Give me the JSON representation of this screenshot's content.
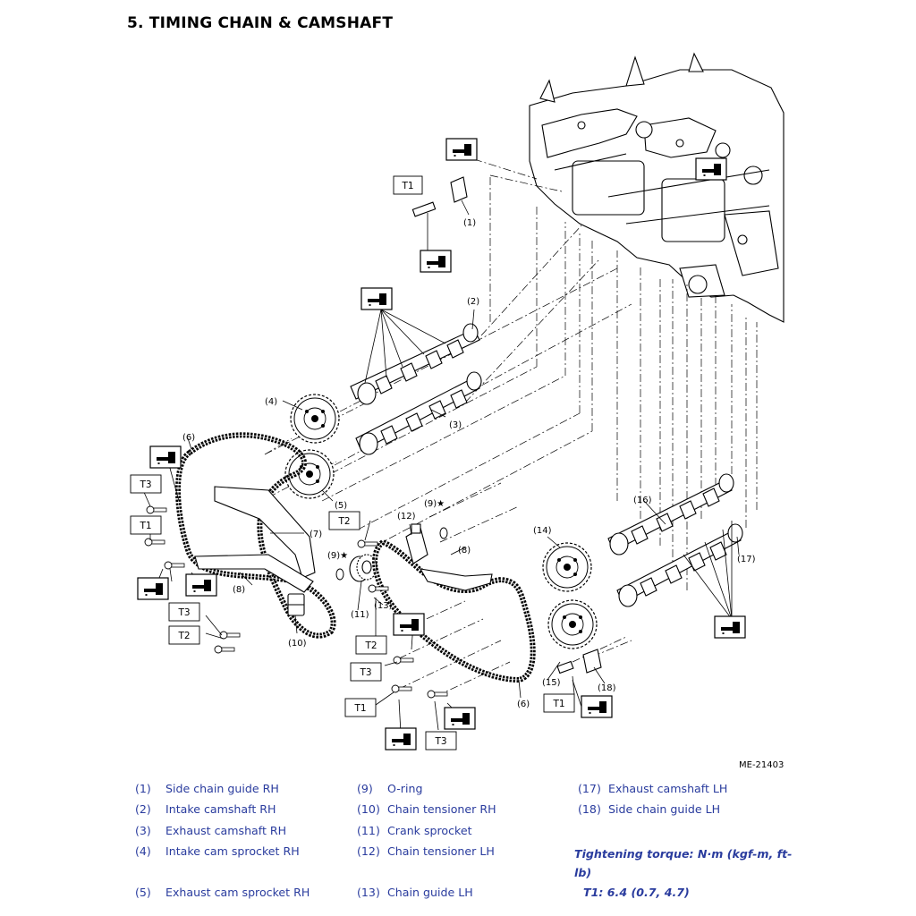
{
  "title": "5. TIMING CHAIN & CAMSHAFT",
  "figure_id": "ME-21403",
  "callouts": {
    "c1": "(1)",
    "c2": "(2)",
    "c3": "(3)",
    "c4": "(4)",
    "c5": "(5)",
    "c6a": "(6)",
    "c6b": "(6)",
    "c7": "(7)",
    "c8a": "(8)",
    "c8b": "(8)",
    "c9a": "(9)★",
    "c9b": "(9)★",
    "c10": "(10)",
    "c11": "(11)",
    "c12": "(12)",
    "c13": "(13)",
    "c14": "(14)",
    "c15": "(15)",
    "c16": "(16)",
    "c17": "(17)",
    "c18": "(18)"
  },
  "torque_labels": {
    "t1_top": "T1",
    "t3_left": "T3",
    "t1_left": "T1",
    "t2_mid": "T2",
    "t3_lower": "T3",
    "t2_lower": "T2",
    "t2_right": "T2",
    "t3_right": "T3",
    "t1_bottom": "T1",
    "t3_bottom": "T3",
    "t1_lh": "T1"
  },
  "icons": {
    "oil_icon": "oil-apply-icon"
  },
  "legend": {
    "col1": [
      {
        "num": "(1)",
        "name": "Side chain guide RH"
      },
      {
        "num": "(2)",
        "name": "Intake camshaft RH"
      },
      {
        "num": "(3)",
        "name": "Exhaust camshaft RH"
      },
      {
        "num": "(4)",
        "name": "Intake cam sprocket RH"
      },
      {
        "num": "(5)",
        "name": "Exhaust cam sprocket RH"
      }
    ],
    "col2": [
      {
        "num": "(9)",
        "name": "O-ring"
      },
      {
        "num": "(10)",
        "name": "Chain tensioner RH"
      },
      {
        "num": "(11)",
        "name": "Crank sprocket"
      },
      {
        "num": "(12)",
        "name": "Chain tensioner LH"
      },
      {
        "num": "(13)",
        "name": "Chain guide LH"
      }
    ],
    "col3": [
      {
        "num": "(17)",
        "name": "Exhaust camshaft LH"
      },
      {
        "num": "(18)",
        "name": "Side chain guide LH"
      }
    ]
  },
  "torque": {
    "heading": "Tightening torque: N·m (kgf-m, ft-lb)",
    "t1": "T1:  6.4 (0.7, 4.7)"
  },
  "colors": {
    "legend_text": "#2a3c9e",
    "line_art": "#000000"
  }
}
